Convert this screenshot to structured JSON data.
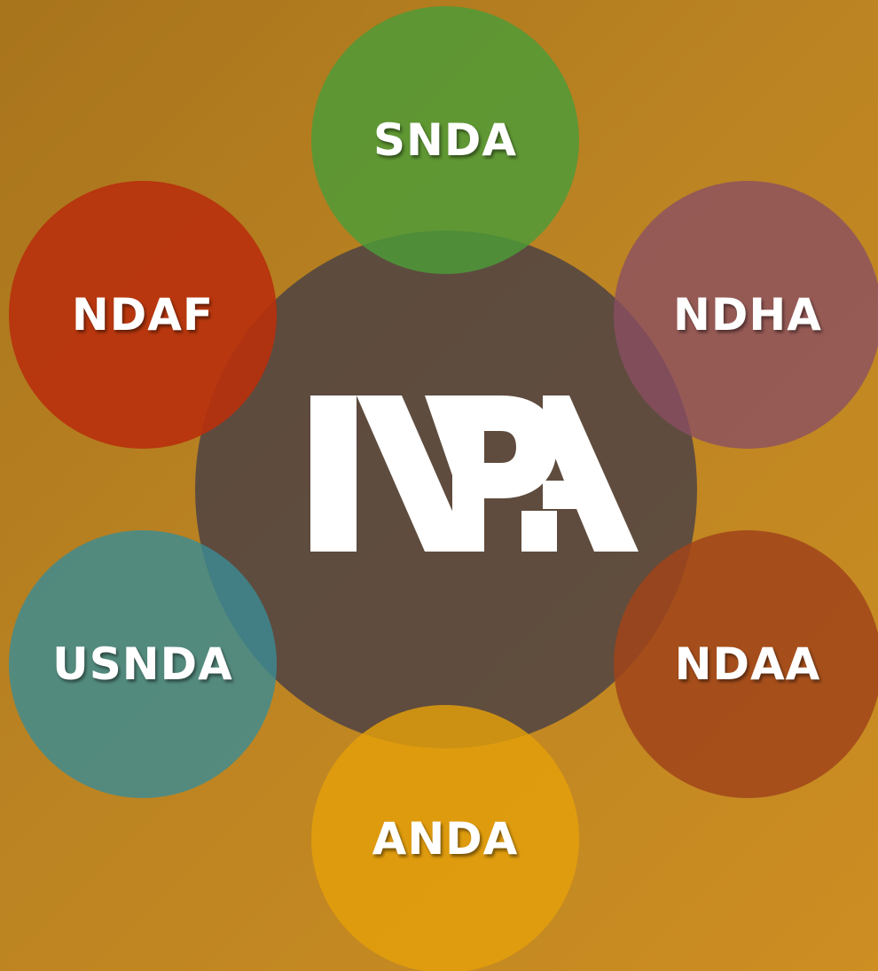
{
  "diagram": {
    "center_logo": {
      "text": "NDA",
      "color": "#ffffff",
      "icon": "nda-logo"
    },
    "nodes": [
      {
        "id": "snda",
        "label": "SNDA",
        "color": "#4c9c38"
      },
      {
        "id": "ndaf",
        "label": "NDAF",
        "color": "#b8300c"
      },
      {
        "id": "ndha",
        "label": "NDHA",
        "color": "#8a4e64"
      },
      {
        "id": "usnda",
        "label": "USNDA",
        "color": "#3a8c96"
      },
      {
        "id": "ndaa",
        "label": "NDAA",
        "color": "#a0441a"
      },
      {
        "id": "anda",
        "label": "ANDA",
        "color": "#e4a00a"
      }
    ],
    "colors": {
      "background": "#bb8322",
      "center_circle": "#443c46"
    }
  }
}
